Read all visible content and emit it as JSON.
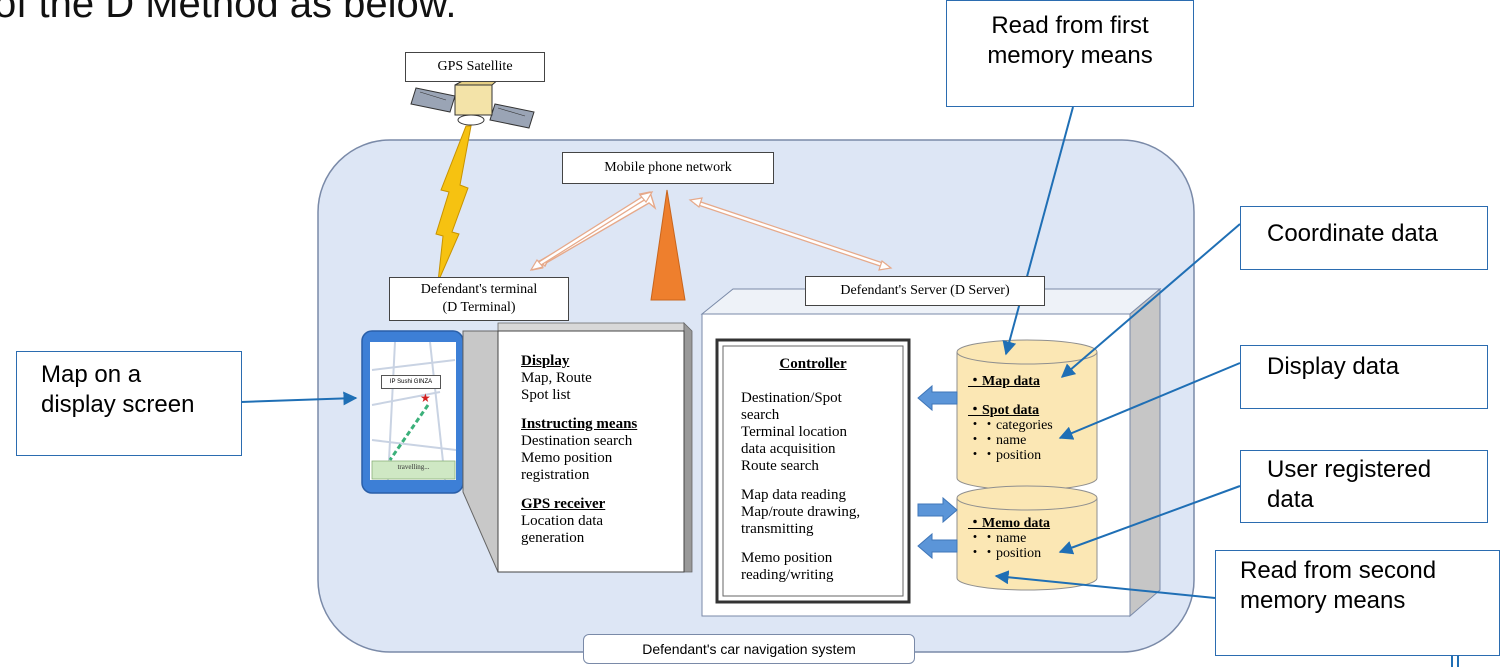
{
  "heading": "of the D Method as below.",
  "labels": {
    "gps_satellite": "GPS Satellite",
    "mobile_network": "Mobile phone network",
    "terminal_title_1": "Defendant's terminal",
    "terminal_title_2": "(D Terminal)",
    "server_title": "Defendant's Server (D Server)",
    "system_caption": "Defendant's car navigation system"
  },
  "phone": {
    "map_label": "IP Sushi GINZA",
    "status": "travelling..."
  },
  "terminal_panel": {
    "display_head": "Display",
    "display_lines": [
      "Map, Route",
      "Spot list"
    ],
    "instruct_head": "Instructing means",
    "instruct_lines": [
      "Destination search",
      "Memo position",
      "registration"
    ],
    "gps_head": "GPS receiver",
    "gps_lines": [
      "Location data",
      "generation"
    ]
  },
  "controller": {
    "title": "Controller",
    "lines": [
      "Destination/Spot",
      "search",
      "Terminal location",
      "data acquisition",
      "Route search",
      "",
      "Map data reading",
      "Map/route drawing,",
      "transmitting",
      "",
      "Memo position",
      "reading/writing"
    ]
  },
  "db_top": {
    "map_data": "・Map data",
    "spot_data": "・Spot data",
    "spot_items": [
      "・・categories",
      "・・name",
      "・・position"
    ]
  },
  "db_bottom": {
    "memo_data": "・Memo data",
    "memo_items": [
      "・・name",
      "・・position"
    ]
  },
  "callouts": {
    "first_memory": [
      "Read from first",
      "memory means"
    ],
    "coordinate": "Coordinate data",
    "map_display": [
      "Map on a",
      "display screen"
    ],
    "display_data": "Display data",
    "user_registered": [
      "User registered",
      "data"
    ],
    "second_memory": [
      "Read from second",
      "memory means"
    ]
  },
  "colors": {
    "system_bg": "#dde6f5",
    "system_border": "#7a8aa8",
    "callout_border": "#2b6cb0",
    "arrow_blue": "#1f6fb5",
    "cylinder": "#fbe7b4",
    "tower": "#ee7f2d",
    "lightning": "#f6c211"
  }
}
